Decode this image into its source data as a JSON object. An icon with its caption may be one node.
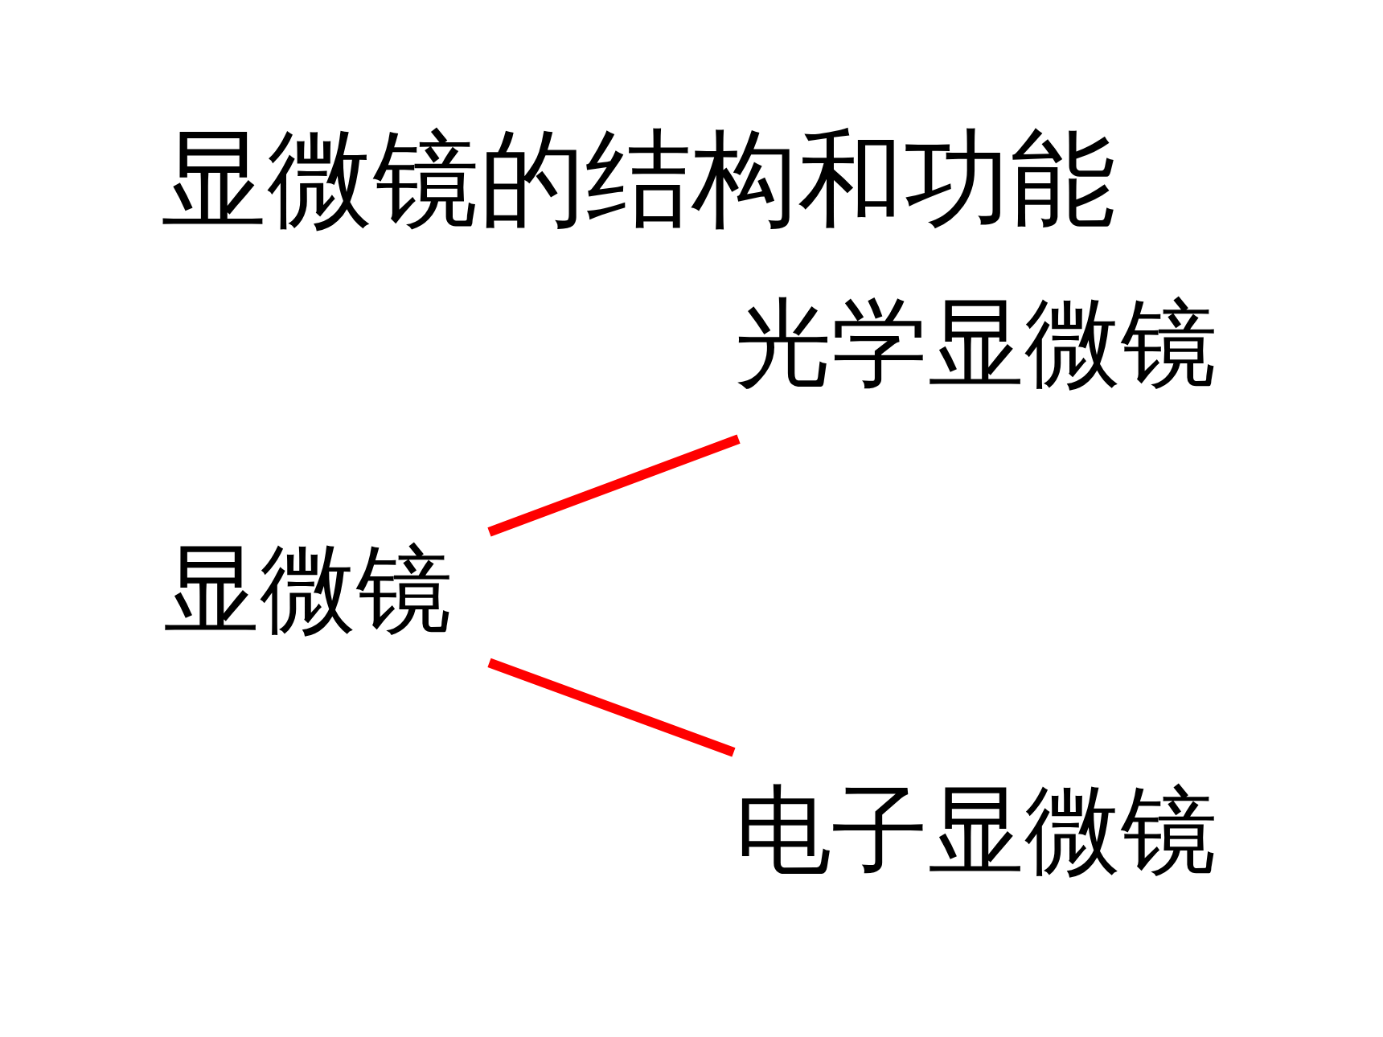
{
  "diagram": {
    "title": "显微镜的结构和功能",
    "nodes": [
      {
        "text": [
          "显微镜"
        ]
      },
      {
        "text": [
          "光学显微镜"
        ]
      },
      {
        "text": [
          "电子显微镜"
        ]
      }
    ],
    "edges": [
      {
        "from": 0,
        "to": 1,
        "arrow": "none"
      },
      {
        "from": 0,
        "to": 2,
        "arrow": "none"
      }
    ]
  }
}
